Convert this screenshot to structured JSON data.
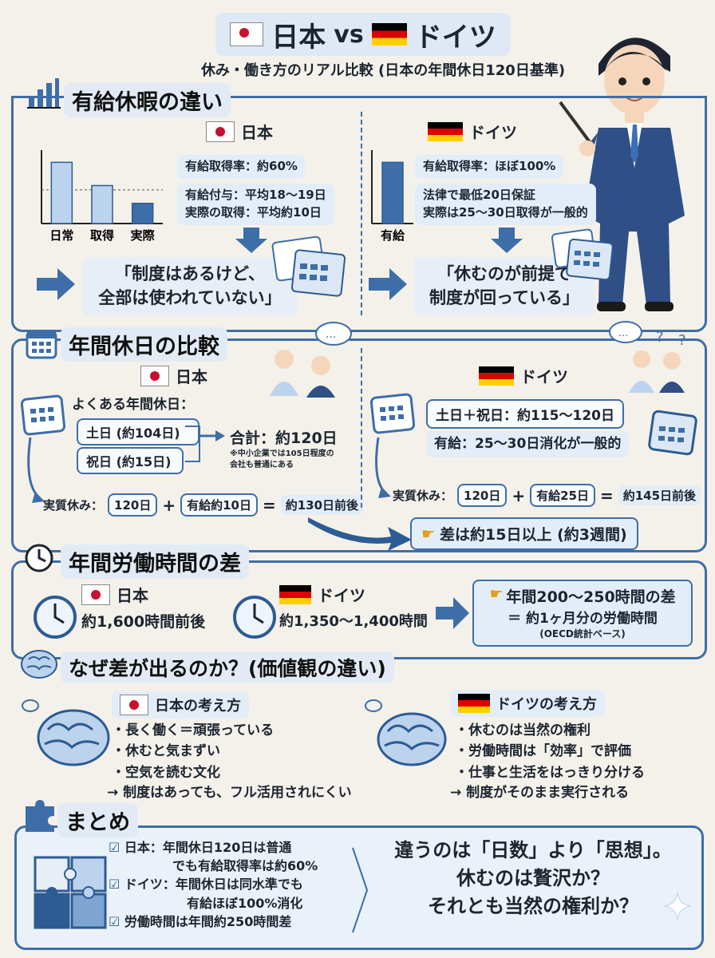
{
  "header": {
    "title_left": "日本",
    "vs": "vs",
    "title_right": "ドイツ",
    "subtitle": "休み・働き方のリアル比較 (日本の年間休日120日基準)"
  },
  "colors": {
    "accent": "#3e6ea8",
    "light_panel": "#e3edf8",
    "background": "#f4f1ea"
  },
  "section1": {
    "title": "有給休暇の違い",
    "japan": {
      "label": "日本",
      "chart_categories": [
        "日常",
        "取得",
        "実際"
      ],
      "note1": "有給取得率：約60%",
      "note2_line1": "有給付与：平均18〜19日",
      "note2_line2": "実際の取得：平均約10日",
      "quote_line1": "「制度はあるけど、",
      "quote_line2": "全部は使われていない」"
    },
    "germany": {
      "label": "ドイツ",
      "chart_categories": [
        "有給"
      ],
      "note1": "有給取得率：ほぼ100%",
      "note2_line1": "法律で最低20日保証",
      "note2_line2": "実際は25〜30日取得が一般的",
      "quote_line1": "「休むのが前提で",
      "quote_line2": "制度が回っている」"
    }
  },
  "chart_data": [
    {
      "type": "bar",
      "categories": [
        "日常",
        "取得",
        "実際"
      ],
      "values": [
        100,
        62,
        33
      ],
      "ylim": [
        0,
        120
      ],
      "title": "",
      "xlabel": "",
      "ylabel": ""
    },
    {
      "type": "bar",
      "categories": [
        "有給"
      ],
      "values": [
        100
      ],
      "ylim": [
        0,
        120
      ],
      "title": "",
      "xlabel": "",
      "ylabel": ""
    }
  ],
  "section2": {
    "title": "年間休日の比較",
    "japan": {
      "label": "日本",
      "heading": "よくある年間休日：",
      "item1": "土日 (約104日)",
      "item2": "祝日 (約15日)",
      "total": "合計：約120日",
      "footnote_line1": "※中小企業では105日程度の",
      "footnote_line2": "会社も普通にある",
      "real_label": "実質休み：",
      "real_a": "120日",
      "plus": "+",
      "real_b": "有給約10日",
      "equals": "=",
      "real_result": "約130日前後"
    },
    "germany": {
      "label": "ドイツ",
      "item1": "土日＋祝日：約115〜120日",
      "item2": "有給：25〜30日消化が一般的",
      "real_label": "実質休み：",
      "real_a": "120日",
      "plus": "+",
      "real_b": "有給25日",
      "equals": "=",
      "real_result": "約145日前後"
    },
    "difference": "差は約15日以上 (約3週間)"
  },
  "section3": {
    "title": "年間労働時間の差",
    "japan_label": "日本",
    "japan_value": "約1,600時間前後",
    "germany_label": "ドイツ",
    "germany_value": "約1,350〜1,400時間",
    "diff_line1": "年間200〜250時間の差",
    "diff_line2": "＝ 約1ヶ月分の労働時間",
    "diff_line3": "(OECD統計ベース)"
  },
  "section4": {
    "title": "なぜ差が出るのか？(価値観の違い)",
    "japan": {
      "label": "日本の考え方",
      "bullets": [
        "・長く働く＝頑張っている",
        "・休むと気まずい",
        "・空気を読む文化"
      ],
      "arrow_line": "→ 制度はあっても、フル活用されにくい"
    },
    "germany": {
      "label": "ドイツの考え方",
      "bullets": [
        "・休むのは当然の権利",
        "・労働時間は「効率」で評価",
        "・仕事と生活をはっきり分ける"
      ],
      "arrow_line": "→ 制度がそのまま実行される"
    }
  },
  "summary": {
    "title": "まとめ",
    "item1_line1": "日本：年間休日120日は普通",
    "item1_line2": "でも有給取得率は約60%",
    "item2_line1": "ドイツ：年間休日は同水準でも",
    "item2_line2": "有給ほぼ100%消化",
    "item3": "労働時間は年間約250時間差",
    "message_line1": "違うのは「日数」より「思想」。",
    "message_line2": "休むのは贅沢か？",
    "message_line3": "それとも当然の権利か？"
  }
}
